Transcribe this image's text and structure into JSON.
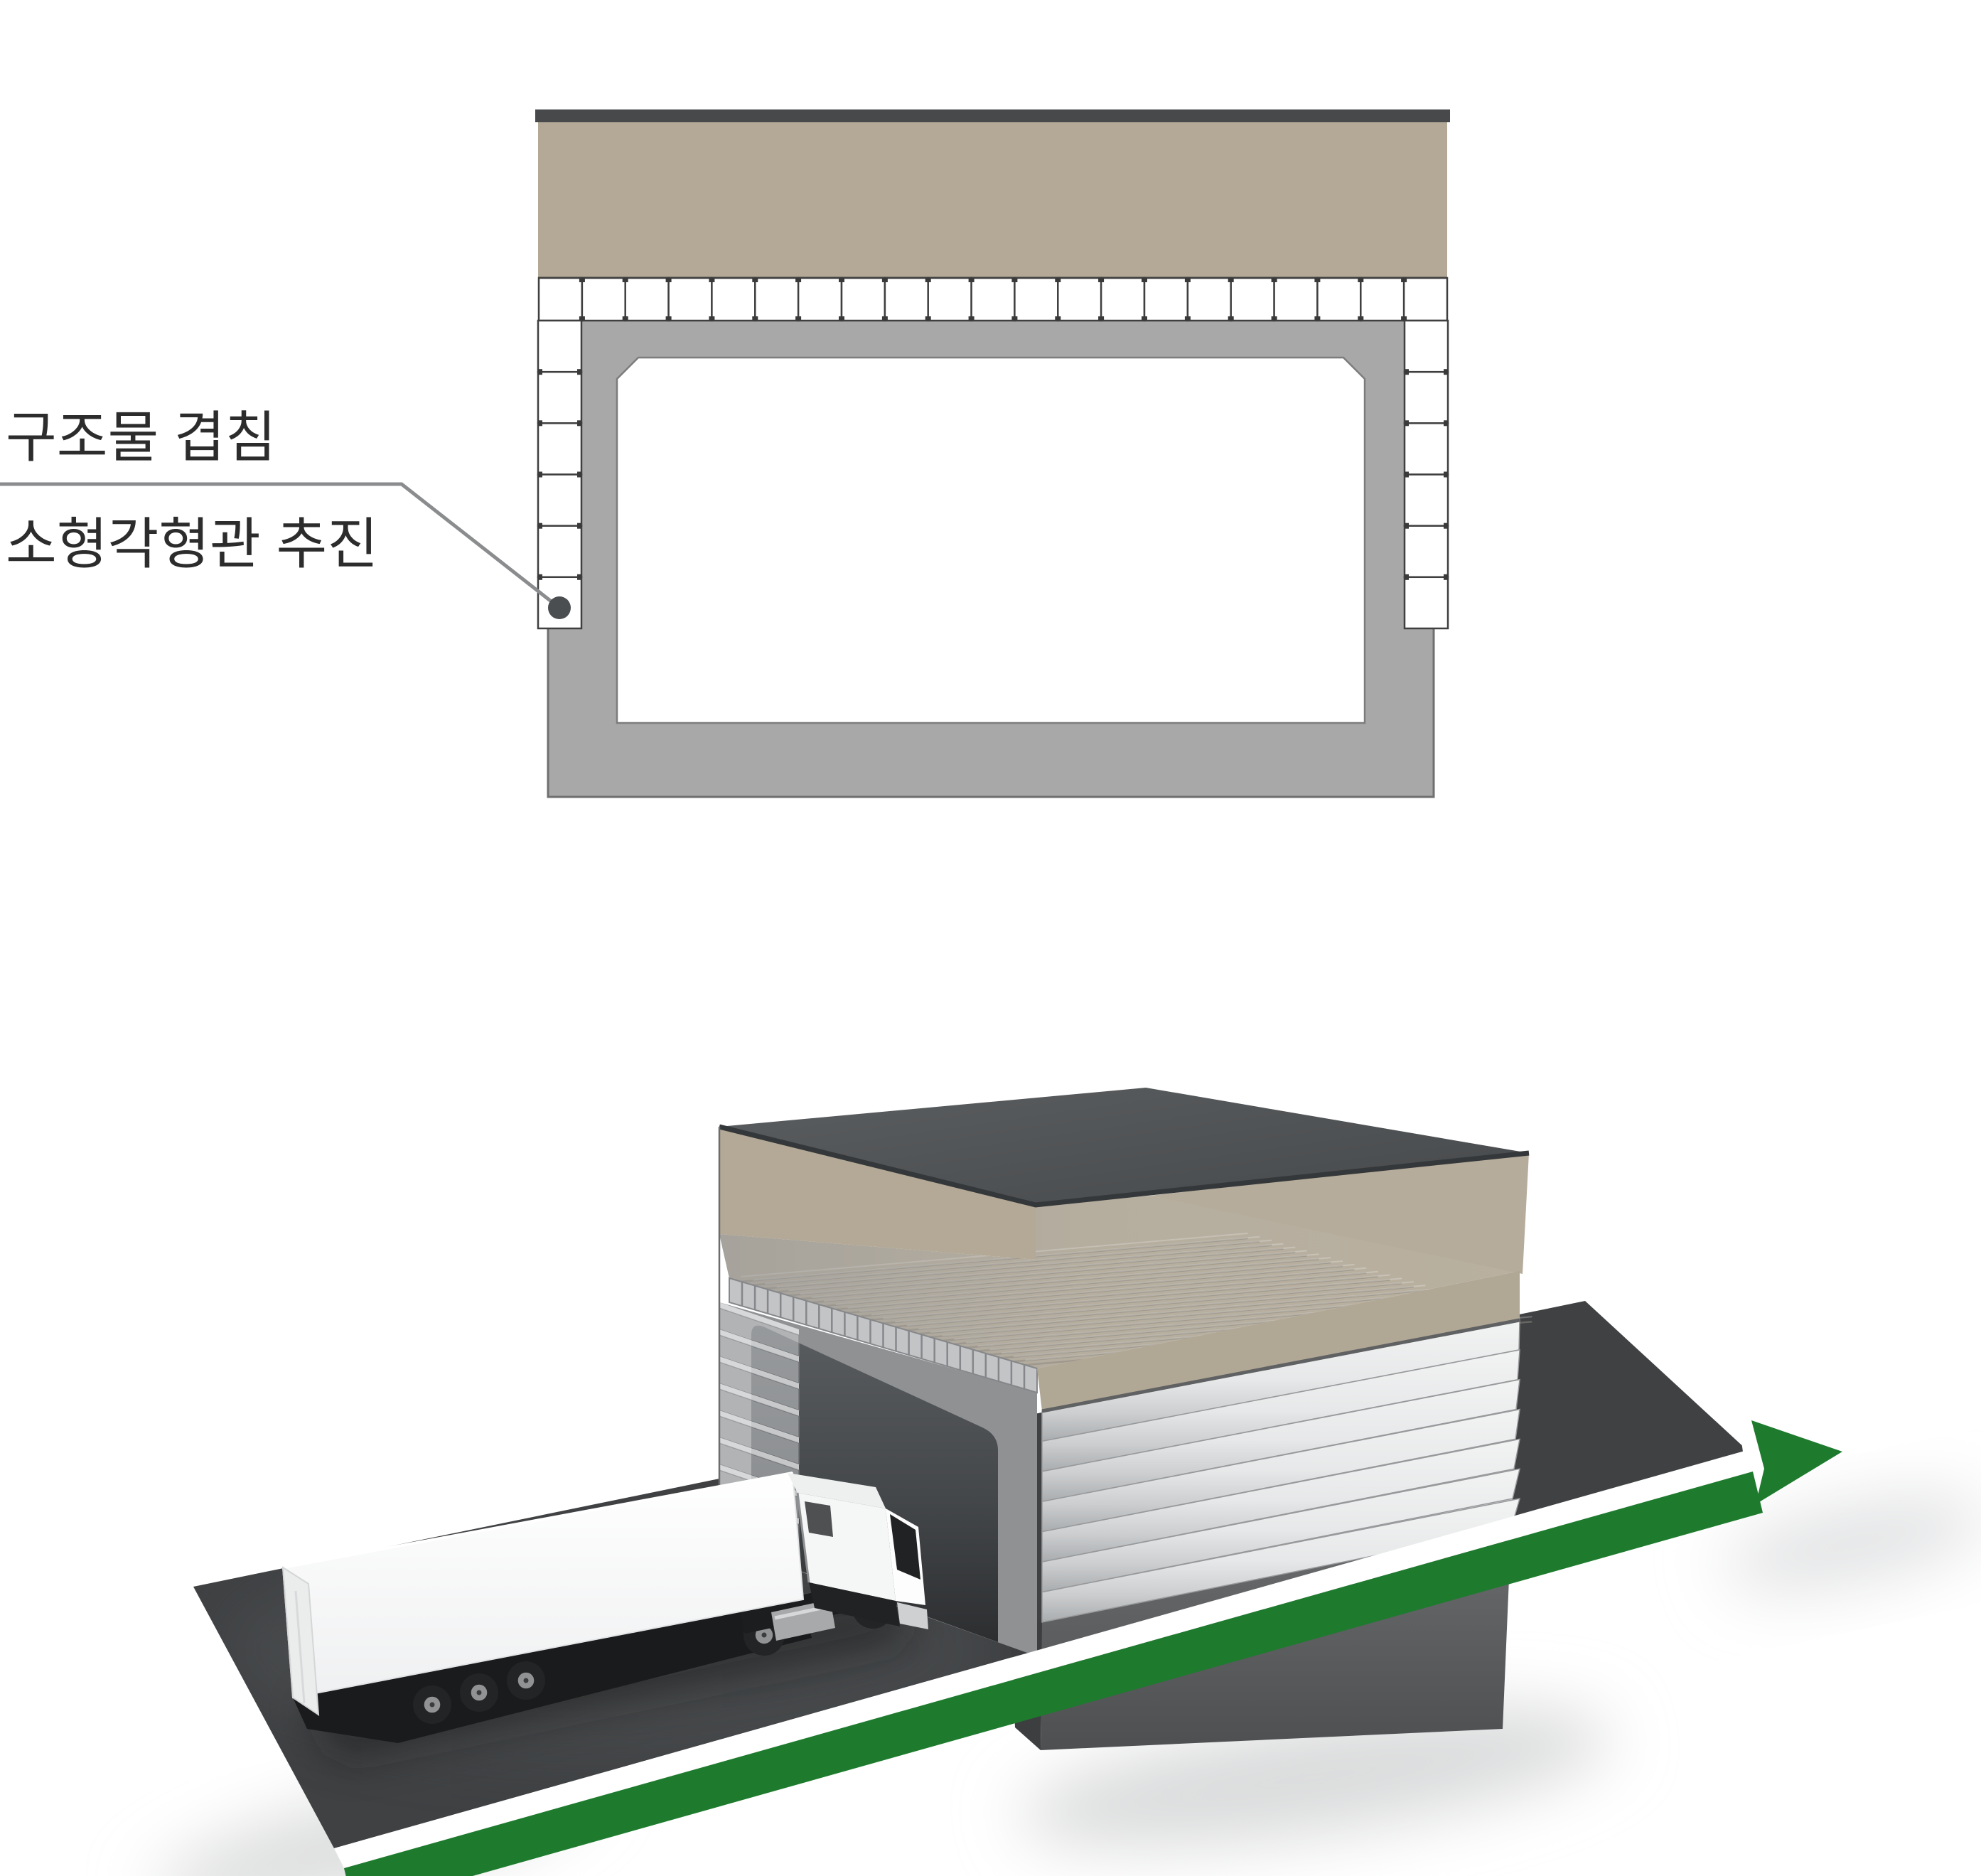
{
  "labels": {
    "structure_overlap": "구조물 겹침",
    "pipe_jacking": "소형각형관 추진"
  },
  "colors": {
    "soil_tan": "#b3a996",
    "surface_dark": "#47494b",
    "concrete_gray": "#a8a8a8",
    "concrete_stroke": "#6f6f6f",
    "pipe_white": "#ffffff",
    "pipe_stroke": "#3f3f3f",
    "interior_white": "#ffffff",
    "leader_gray": "#8a8c8e",
    "marker_dark": "#4b4e50",
    "text_dark": "#2c2c2c",
    "road_dark": "#3f4143",
    "green_accent": "#1e7b2e",
    "stripe_white": "#ffffff",
    "box_top_dark": "#515456",
    "wall_light": "#e9eaeb",
    "base_gray": "#5d5f61",
    "portal_gray": "#8f9193",
    "roof_tan": "#b9b09f",
    "trailer_white": "#fbfbfc"
  },
  "diagram2d": {
    "top_pipe_count": 21,
    "side_pipe_count": 6
  },
  "scene3d": {
    "roof_stripe_count": 25,
    "roof_cell_count": 24,
    "right_wall_band_count": 7,
    "left_wall_slab_count": 8,
    "trailer_wheel_count": 3
  }
}
